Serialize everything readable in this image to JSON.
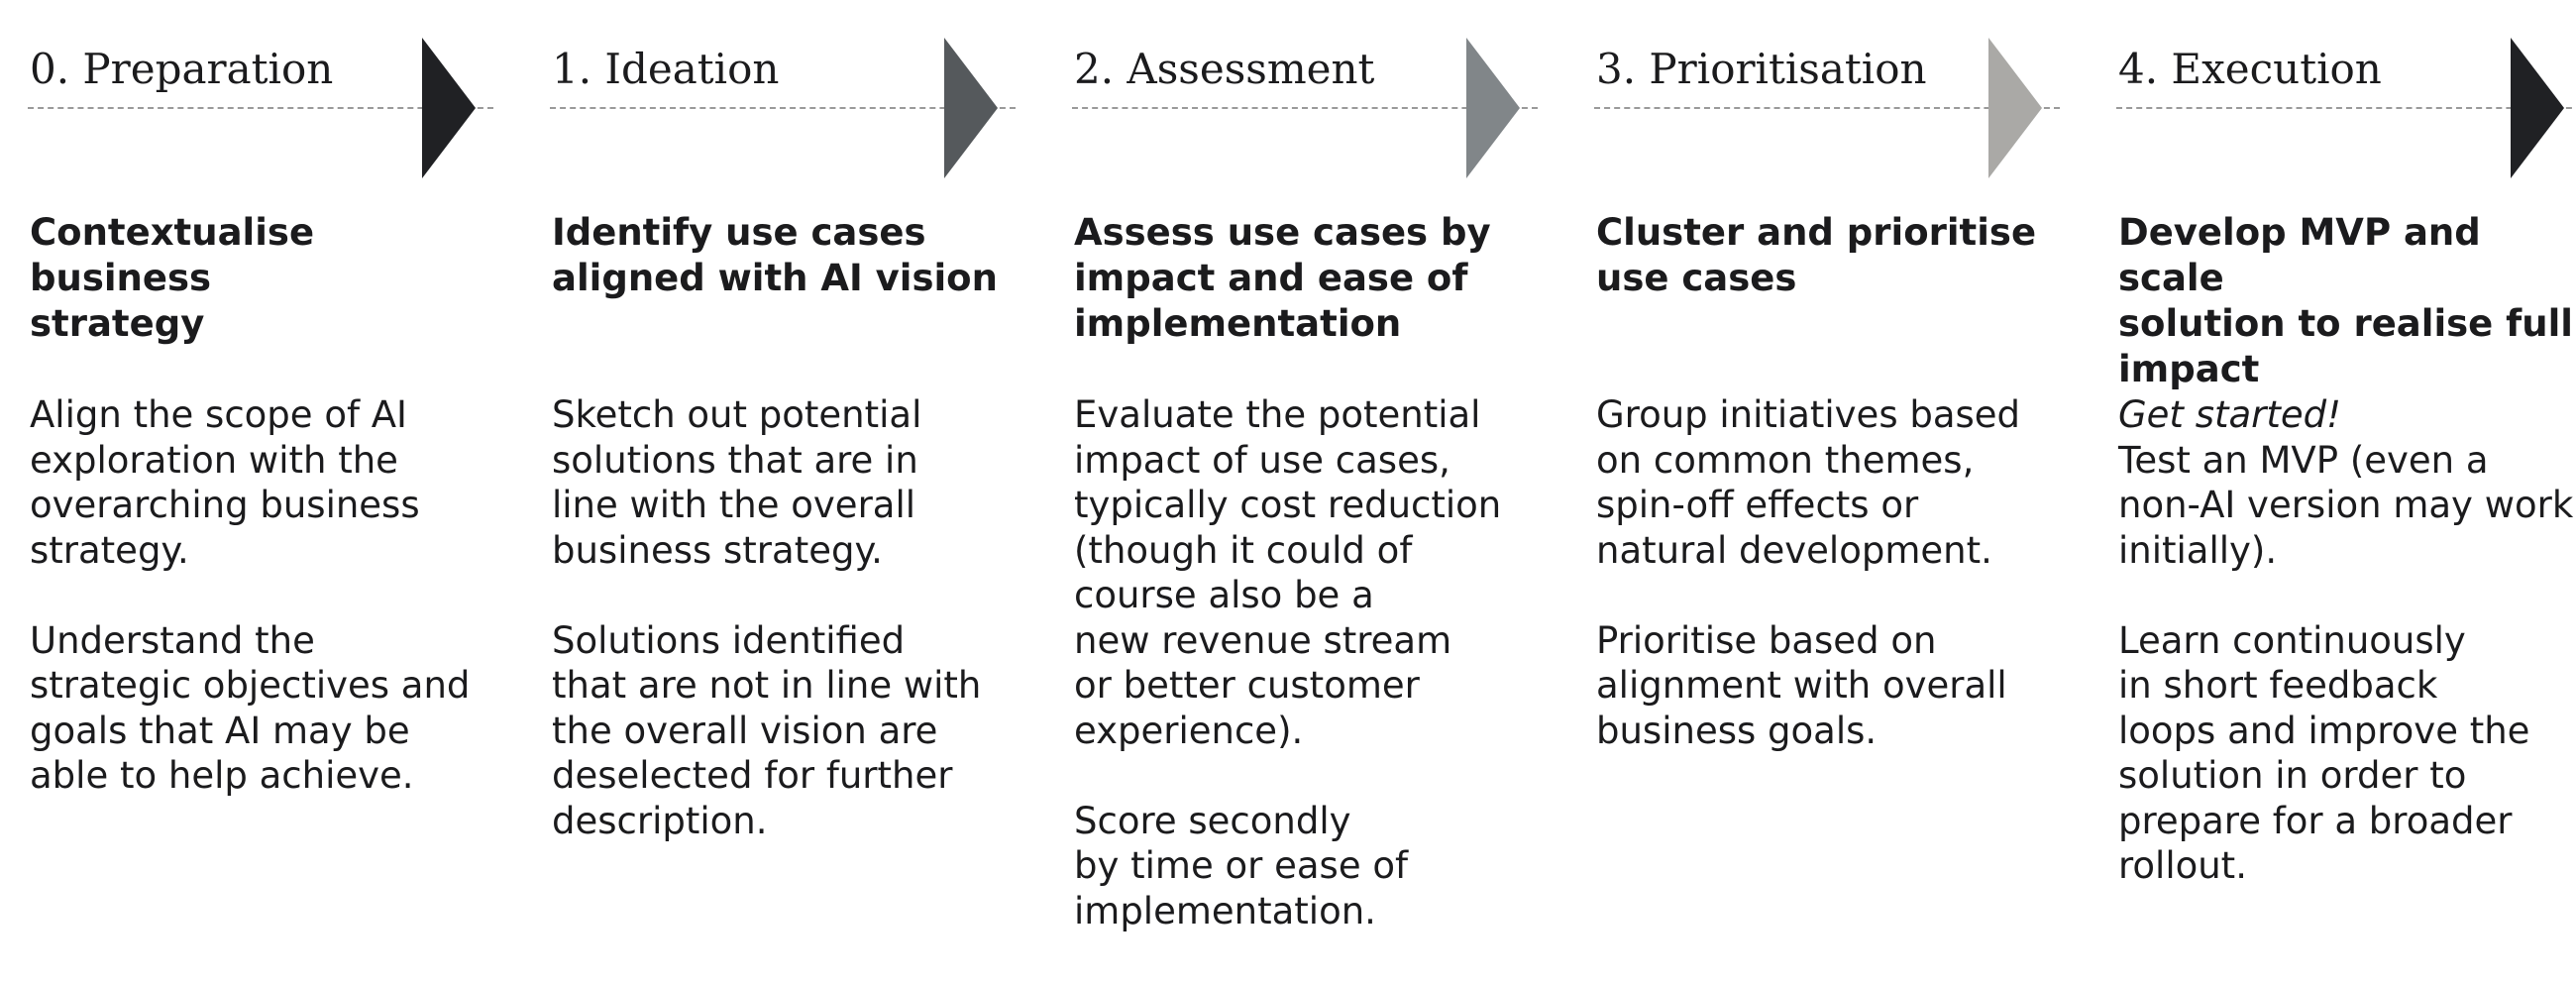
{
  "stages": [
    {
      "title": "0. Preparation",
      "arrow_color": "#202124",
      "heading": "Contextualise business\nstrategy",
      "paragraphs": [
        "Align the scope of AI\nexploration with the\noverarching business\nstrategy.",
        "Understand the\nstrategic objectives and\ngoals that AI may be\nable to help achieve."
      ]
    },
    {
      "title": "1. Ideation",
      "arrow_color": "#55595c",
      "heading": "Identify use cases\naligned with AI vision",
      "paragraphs": [
        "Sketch out potential\nsolutions that are in\nline with the overall\nbusiness strategy.",
        "Solutions identified\nthat are not in line with\nthe overall vision are\ndeselected for further\ndescription."
      ]
    },
    {
      "title": "2. Assessment",
      "arrow_color": "#818689",
      "heading": "Assess use cases by\nimpact and ease of\nimplementation",
      "paragraphs": [
        "Evaluate the potential\nimpact of use cases,\ntypically cost reduction\n(though it could of\ncourse also be a\nnew revenue stream\nor better customer\nexperience).",
        "Score secondly\nby time or ease of\nimplementation."
      ]
    },
    {
      "title": "3. Prioritisation",
      "arrow_color": "#aaa9a6",
      "heading": "Cluster and prioritise\nuse cases",
      "paragraphs": [
        "Group initiatives based\non common themes,\nspin-off effects or\nnatural development.",
        "Prioritise based on\nalignment with overall\nbusiness goals."
      ]
    },
    {
      "title": "4. Execution",
      "arrow_color": "#202124",
      "heading": "Develop MVP and scale\nsolution to realise full\nimpact",
      "intro_italic": "Get started!",
      "paragraphs": [
        "Test an MVP (even a\nnon-AI version may work\ninitially).",
        "Learn continuously\nin short feedback\nloops and improve the\nsolution in order to\nprepare for a broader\nrollout."
      ]
    }
  ]
}
